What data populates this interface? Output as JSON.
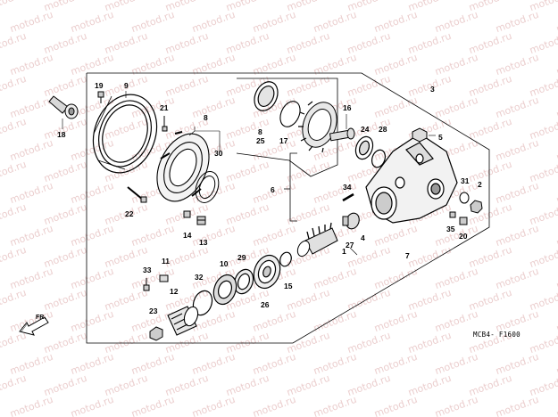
{
  "watermark": "motod.ru",
  "diagram_code": "MCB4- F1600",
  "direction_label": "FR.",
  "callouts": {
    "c1": "1",
    "c2": "2",
    "c3": "3",
    "c4": "4",
    "c5": "5",
    "c6": "6",
    "c7": "7",
    "c8": "8",
    "c9": "9",
    "c10": "10",
    "c11": "11",
    "c12": "12",
    "c13": "13",
    "c14": "14",
    "c15": "15",
    "c16": "16",
    "c17": "17",
    "c18": "18",
    "c19": "19",
    "c20": "20",
    "c21": "21",
    "c22": "22",
    "c23": "23",
    "c24": "24",
    "c25": "25",
    "c26": "26",
    "c27": "27",
    "c28": "28",
    "c29": "29",
    "c30": "30",
    "c31": "31",
    "c32": "32",
    "c33": "33",
    "c34": "34",
    "c35": "35",
    "c8b": "8"
  },
  "icons": {
    "direction_arrow": "arrow-down-left-icon"
  }
}
